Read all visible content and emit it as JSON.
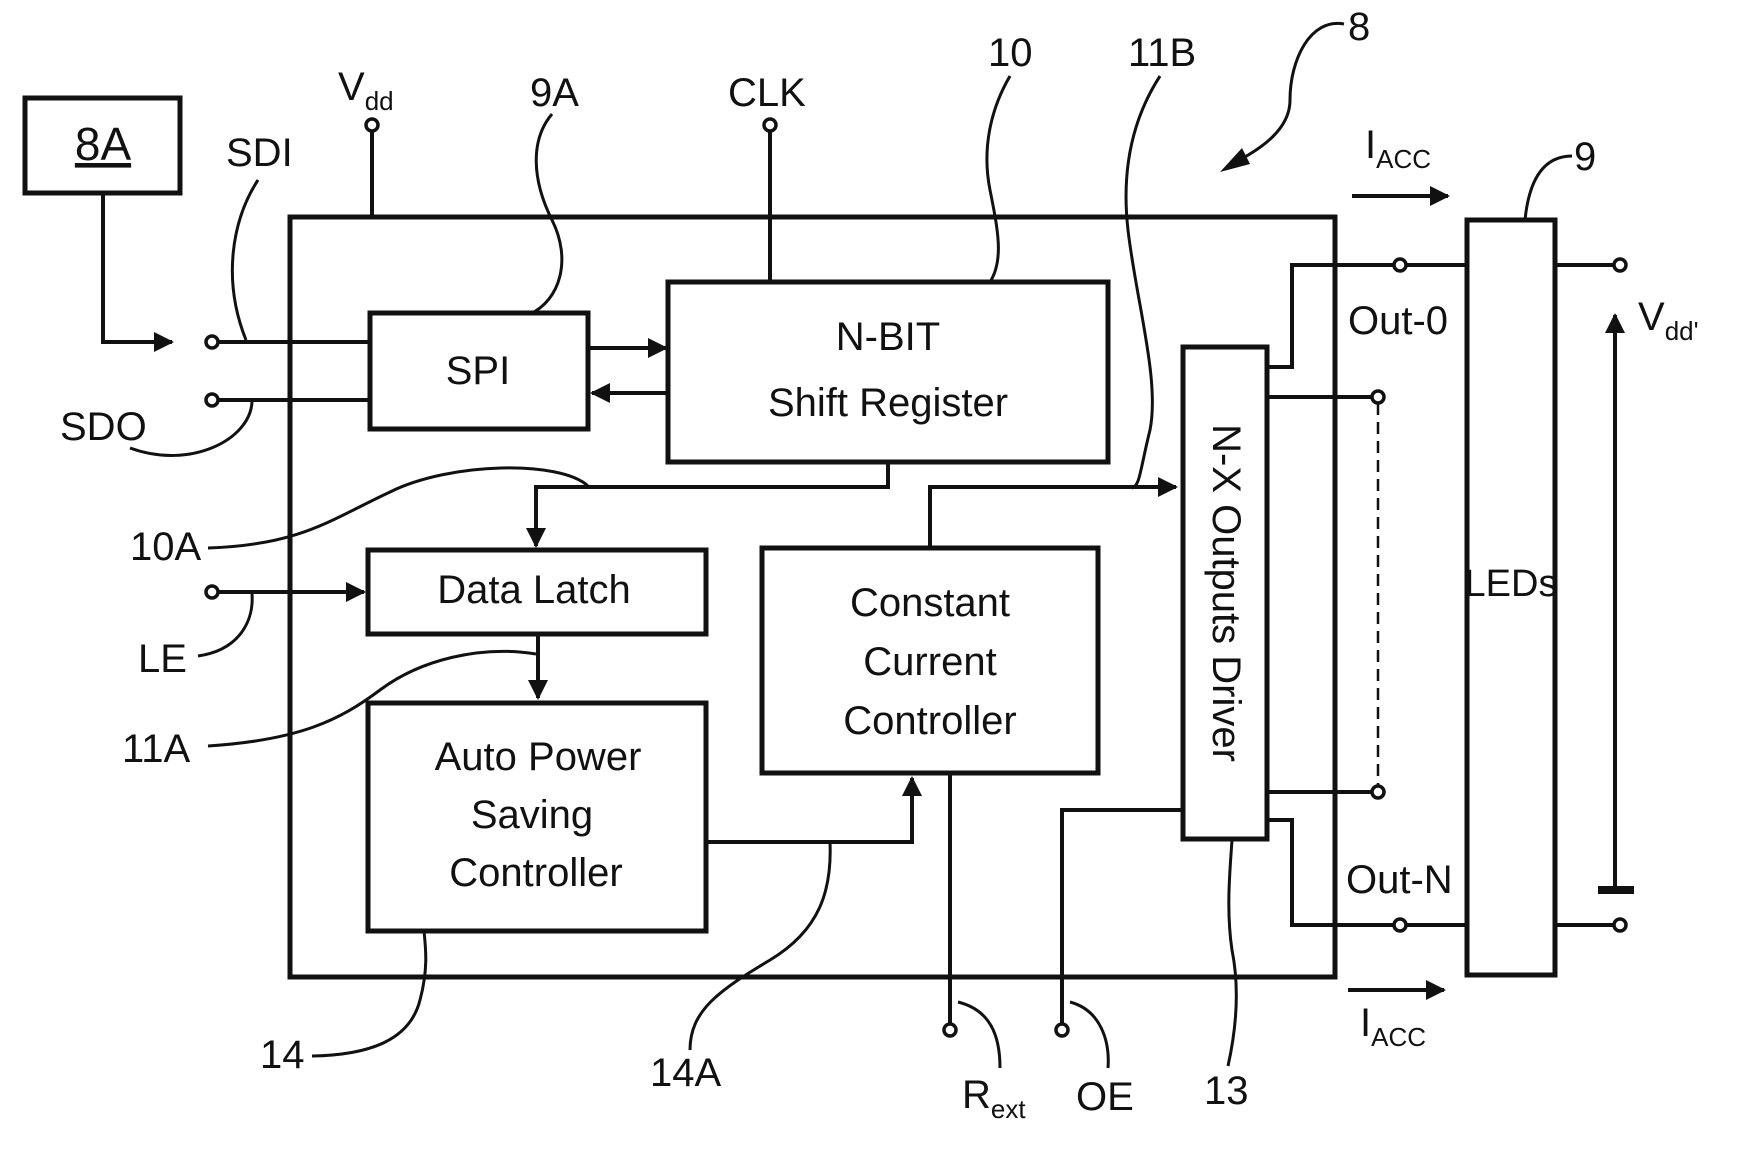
{
  "figure_ref": "8",
  "external_block": "8A",
  "blocks": {
    "spi": "SPI",
    "shift_register": [
      "N-BIT",
      "Shift Register"
    ],
    "data_latch": "Data Latch",
    "ccc": [
      "Constant",
      "Current",
      "Controller"
    ],
    "apsc": [
      "Auto Power",
      "Saving",
      "Controller"
    ],
    "driver": "N-X Outputs Driver",
    "leds": "LEDs"
  },
  "pins": {
    "sdi": "SDI",
    "sdo": "SDO",
    "le": "LE",
    "vdd_main": "V",
    "vdd_main_sub": "dd",
    "clk": "CLK",
    "rext_main": "R",
    "rext_sub": "ext",
    "oe": "OE",
    "out0": "Out-0",
    "outn": "Out-N",
    "iacc_main": "I",
    "iacc_sub": "ACC",
    "vdd_prime_main": "V",
    "vdd_prime_sub": "dd'"
  },
  "refs": {
    "r9a": "9A",
    "r10": "10",
    "r11b": "11B",
    "r9": "9",
    "r10a": "10A",
    "r11a": "11A",
    "r14": "14",
    "r14a": "14A",
    "r13": "13"
  }
}
